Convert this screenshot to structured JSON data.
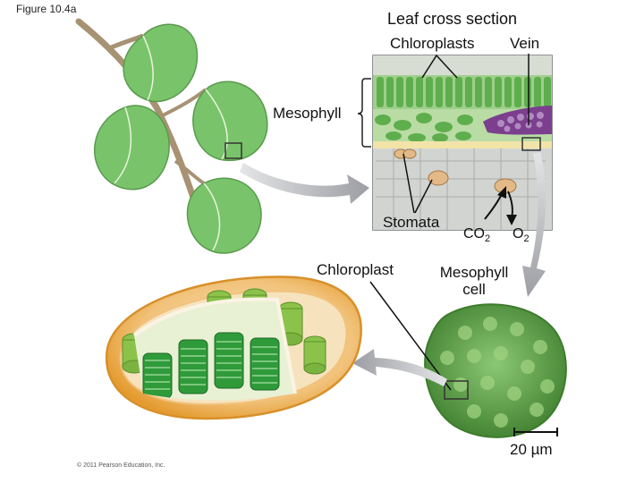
{
  "figure_label": "Figure 10.4a",
  "copyright": "© 2011 Pearson Education, Inc.",
  "labels": {
    "leaf_cross_section": "Leaf cross section",
    "chloroplasts": "Chloroplasts",
    "vein": "Vein",
    "mesophyll": "Mesophyll",
    "stomata": "Stomata",
    "co2_base": "CO",
    "co2_sub": "2",
    "o2_base": "O",
    "o2_sub": "2",
    "chloroplast": "Chloroplast",
    "mesophyll_cell_line1": "Mesophyll",
    "mesophyll_cell_line2": "cell",
    "scale_bar": "20 µm"
  },
  "colors": {
    "leaf_green": "#79c46a",
    "leaf_vein": "#e8f3dc",
    "stem": "#a79273",
    "mesophyll_green": "#5fae4d",
    "vein_purple": "#7b3f8e",
    "epidermis": "#cfd2cf",
    "stoma_tan": "#e2b987",
    "arrow_gray": "#a5a7ab",
    "chloroplast_envelope": "#f3b04b",
    "thylakoid_green": "#2f9a3a",
    "grana_light": "#8bc34a",
    "cell_green": "#6aa84f"
  }
}
